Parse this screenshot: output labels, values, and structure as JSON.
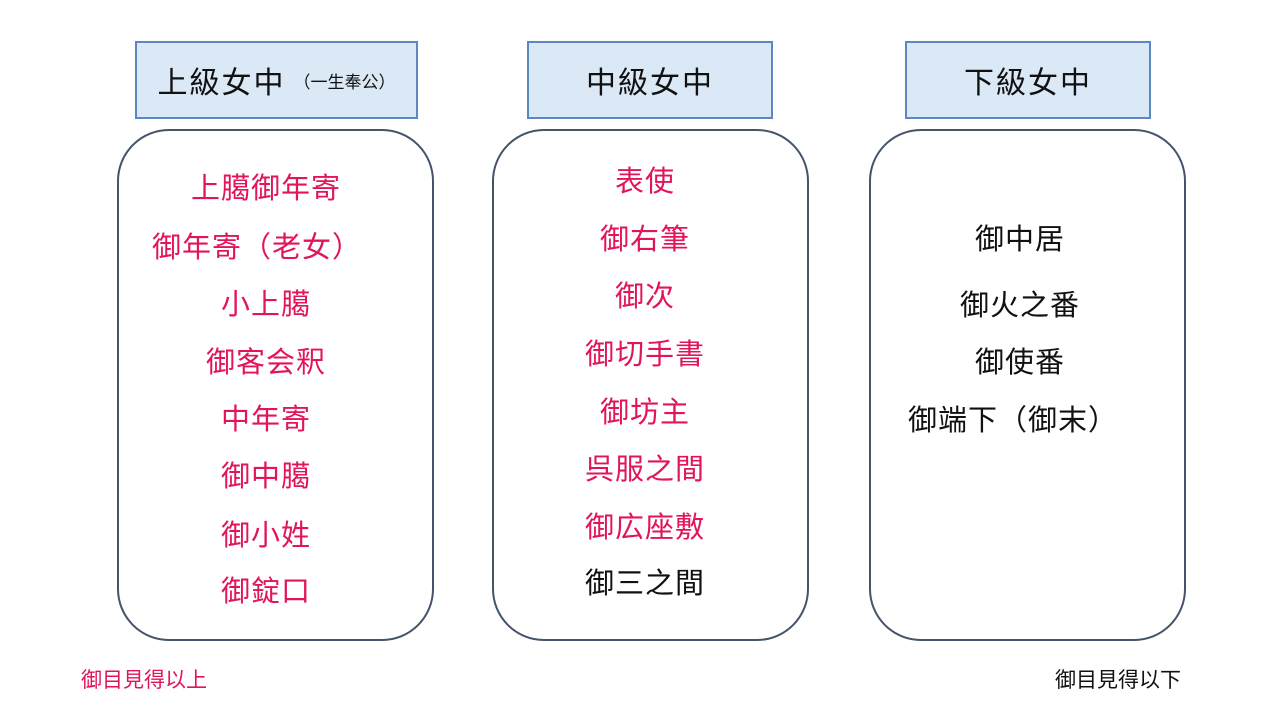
{
  "columns": {
    "upper": {
      "header": "上級女中",
      "header_note": "（一生奉公）",
      "titles": [
        {
          "text": "上臈御年寄",
          "color": "#e2145a"
        },
        {
          "text": "御年寄（老女）",
          "color": "#e2145a"
        },
        {
          "text": "小上臈",
          "color": "#e2145a"
        },
        {
          "text": "御客会釈",
          "color": "#e2145a"
        },
        {
          "text": "中年寄",
          "color": "#e2145a"
        },
        {
          "text": "御中臈",
          "color": "#e2145a"
        },
        {
          "text": "御小姓",
          "color": "#e2145a"
        },
        {
          "text": "御錠口",
          "color": "#e2145a"
        }
      ]
    },
    "middle": {
      "header": "中級女中",
      "titles": [
        {
          "text": "表使",
          "color": "#e2145a"
        },
        {
          "text": "御右筆",
          "color": "#e2145a"
        },
        {
          "text": "御次",
          "color": "#e2145a"
        },
        {
          "text": "御切手書",
          "color": "#e2145a"
        },
        {
          "text": "御坊主",
          "color": "#e2145a"
        },
        {
          "text": "呉服之間",
          "color": "#e2145a"
        },
        {
          "text": "御広座敷",
          "color": "#e2145a"
        },
        {
          "text": "御三之間",
          "color": "#111111"
        }
      ]
    },
    "lower": {
      "header": "下級女中",
      "titles": [
        {
          "text": "御中居",
          "color": "#111111"
        },
        {
          "text": "御火之番",
          "color": "#111111"
        },
        {
          "text": "御使番",
          "color": "#111111"
        },
        {
          "text": "御端下（御末）",
          "color": "#111111"
        }
      ]
    }
  },
  "footnotes": {
    "left": "御目見得以上",
    "right": "御目見得以下"
  },
  "colors": {
    "highlight": "#e2145a",
    "normal": "#111111",
    "header_fill": "#dbe8f5",
    "header_border": "#5b87c2",
    "box_border": "#44546a"
  }
}
